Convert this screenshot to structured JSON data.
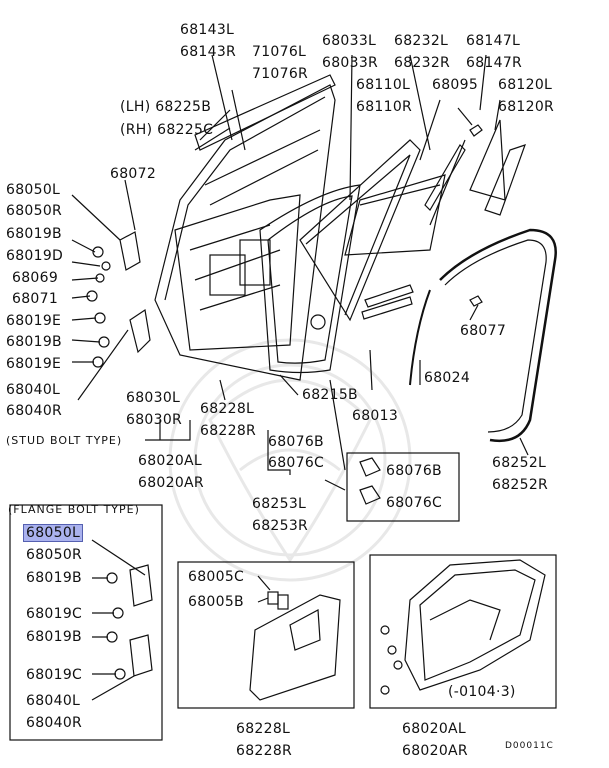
{
  "labels": {
    "p68143L": "68143L",
    "p68143R": "68143R",
    "p71076L": "71076L",
    "p71076R": "71076R",
    "p68033L": "68033L",
    "p68033R": "68033R",
    "p68232L": "68232L",
    "p68232R": "68232R",
    "p68147L": "68147L",
    "p68147R": "68147R",
    "p68110L": "68110L",
    "p68110R": "68110R",
    "p68095": "68095",
    "p68120L": "68120L",
    "p68120R": "68120R",
    "lh68225B": "(LH) 68225B",
    "rh68225C": "(RH) 68225C",
    "p68072": "68072",
    "p68050L_a": "68050L",
    "p68050R_a": "68050R",
    "p68019B_a": "68019B",
    "p68019D": "68019D",
    "p68069": "68069",
    "p68071": "68071",
    "p68019E_a": "68019E",
    "p68019B_b": "68019B",
    "p68019E_b": "68019E",
    "p68040L_a": "68040L",
    "p68040R_a": "68040R",
    "stud_type": "(STUD BOLT TYPE)",
    "p68030L": "68030L",
    "p68030R": "68030R",
    "p68228L_a": "68228L",
    "p68228R_a": "68228R",
    "p68020AL_a": "68020AL",
    "p68020AR_a": "68020AR",
    "p68215B": "68215B",
    "p68077": "68077",
    "p68024": "68024",
    "p68013": "68013",
    "p68076B_a": "68076B",
    "p68076C_a": "68076C",
    "p68076B_b": "68076B",
    "p68076C_b": "68076C",
    "p68253L": "68253L",
    "p68253R": "68253R",
    "p68252L": "68252L",
    "p68252R": "68252R",
    "flange_type": "(FLANGE BOLT TYPE)",
    "p68050L_b": "68050L",
    "p68050R_b": "68050R",
    "p68019B_c": "68019B",
    "p68019C_a": "68019C",
    "p68019B_d": "68019B",
    "p68019C_b": "68019C",
    "p68040L_b": "68040L",
    "p68040R_b": "68040R",
    "p68005C": "68005C",
    "p68005B": "68005B",
    "p68228L_b": "68228L",
    "p68228R_b": "68228R",
    "p68020AL_b": "68020AL",
    "p68020AR_b": "68020AR",
    "serial_range": "(-0104·3)",
    "diagram_code": "D00011C"
  },
  "colors": {
    "line": "#111111",
    "highlight": "#aab2ee",
    "watermark": "#e6e6e6"
  }
}
